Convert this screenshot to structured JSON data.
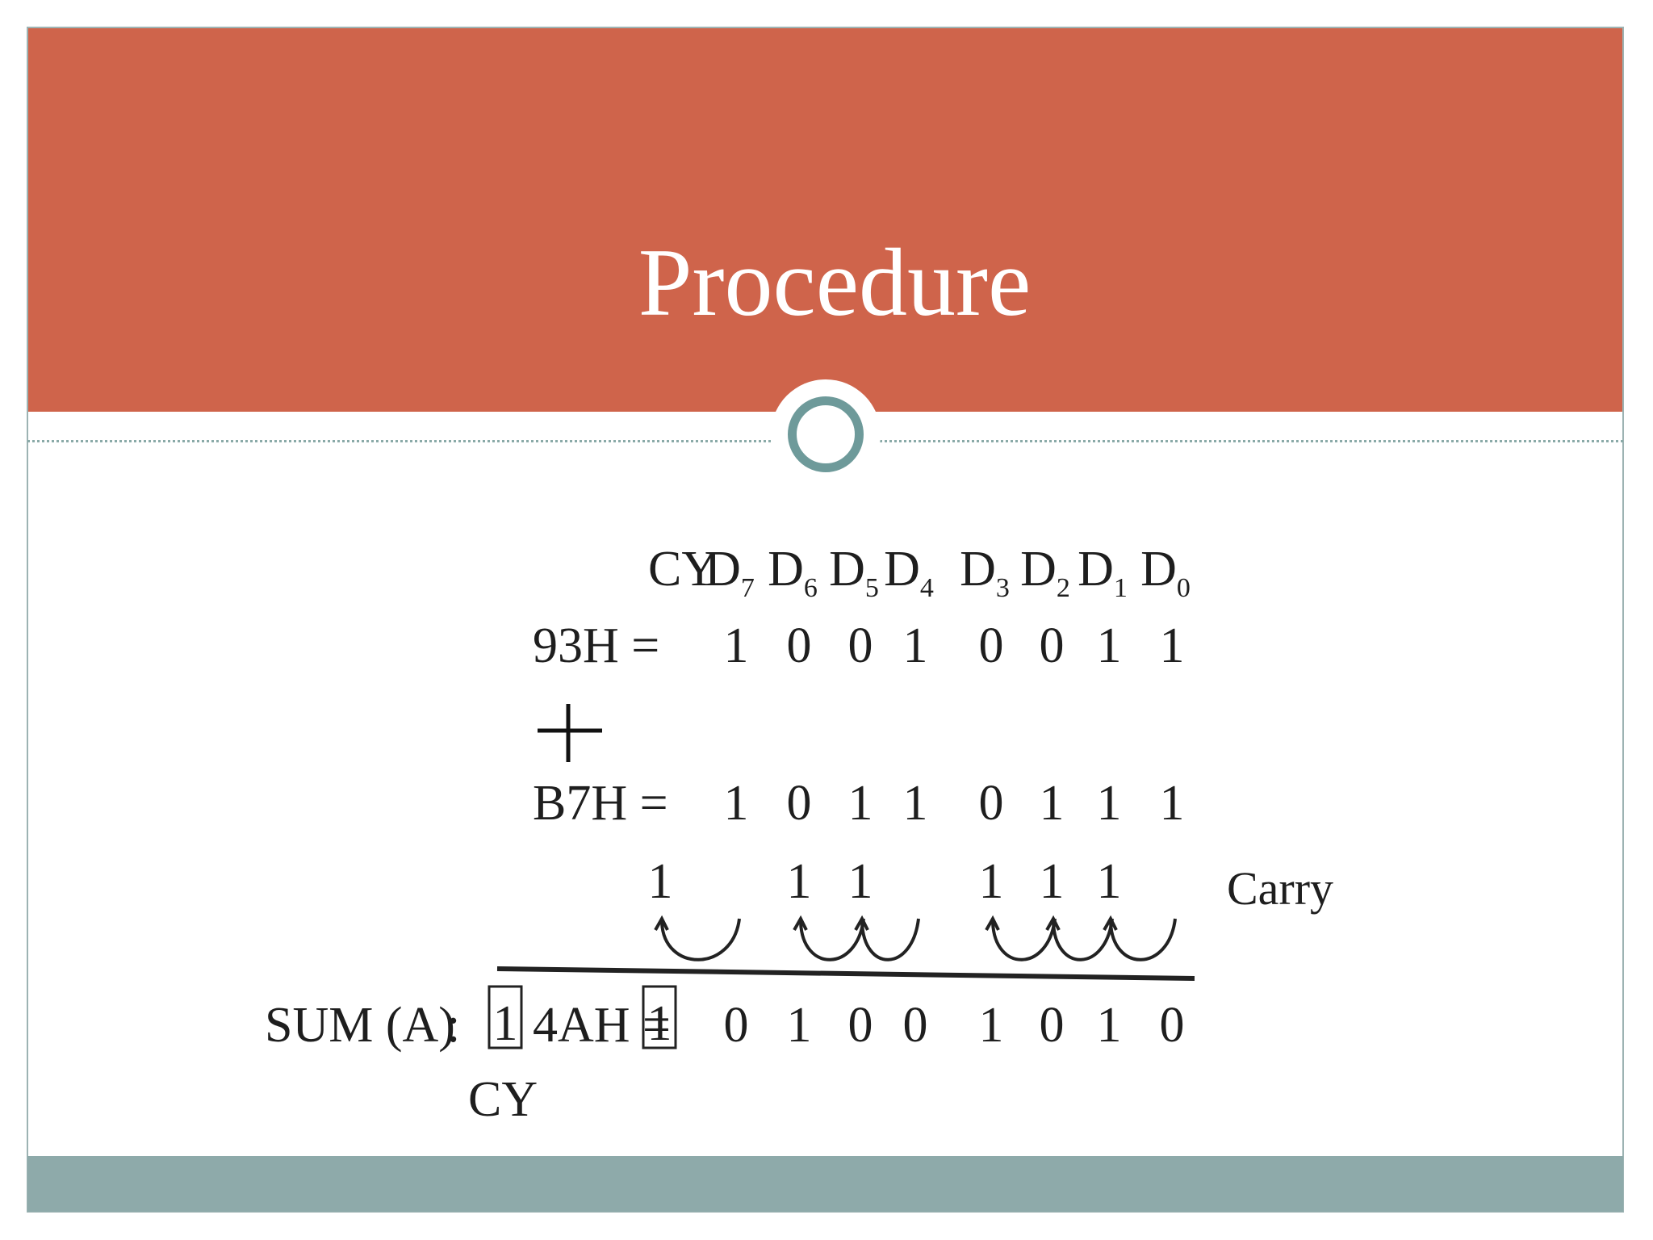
{
  "slide": {
    "title": "Procedure"
  },
  "colors": {
    "header": "#cf644b",
    "footer": "#8eaaaa",
    "ring": "#6e9a9a"
  },
  "addition": {
    "header": {
      "cy_label": "CY",
      "bits": [
        {
          "letter": "D",
          "sub": "7"
        },
        {
          "letter": "D",
          "sub": "6"
        },
        {
          "letter": "D",
          "sub": "5"
        },
        {
          "letter": "D",
          "sub": "4"
        },
        {
          "letter": "D",
          "sub": "3"
        },
        {
          "letter": "D",
          "sub": "2"
        },
        {
          "letter": "D",
          "sub": "1"
        },
        {
          "letter": "D",
          "sub": "0"
        }
      ]
    },
    "operand1": {
      "label": "93H =",
      "bits": [
        "1",
        "0",
        "0",
        "1",
        "0",
        "0",
        "1",
        "1"
      ]
    },
    "plus": "+",
    "operand2": {
      "label": "B7H =",
      "bits": [
        "1",
        "0",
        "1",
        "1",
        "0",
        "1",
        "1",
        "1"
      ]
    },
    "carry": {
      "label": "Carry",
      "cy_value": "1",
      "bits": [
        "",
        "1",
        "1",
        "",
        "1",
        "1",
        "1",
        ""
      ]
    },
    "sum": {
      "label": "SUM (A)",
      "colon": ":",
      "carry_box": "1",
      "hex": "4AH =",
      "first_box": "1",
      "bits": [
        "0",
        "1",
        "0",
        "0",
        "1",
        "0",
        "1",
        "0"
      ],
      "cy_caption": "CY"
    }
  }
}
